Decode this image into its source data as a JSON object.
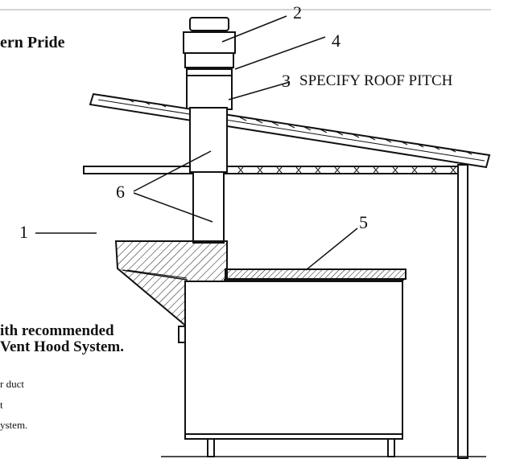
{
  "texts": {
    "heading_fragment": "ern Pride",
    "caption_line1": "ith recommended",
    "caption_line2": "Vent Hood System.",
    "note_line1": "r duct",
    "note_line2": "t",
    "note_line3": "ystem.",
    "roof_note": "SPECIFY ROOF PITCH"
  },
  "callouts": {
    "c1": "1",
    "c2": "2",
    "c3": "3",
    "c4": "4",
    "c5": "5",
    "c6": "6"
  }
}
